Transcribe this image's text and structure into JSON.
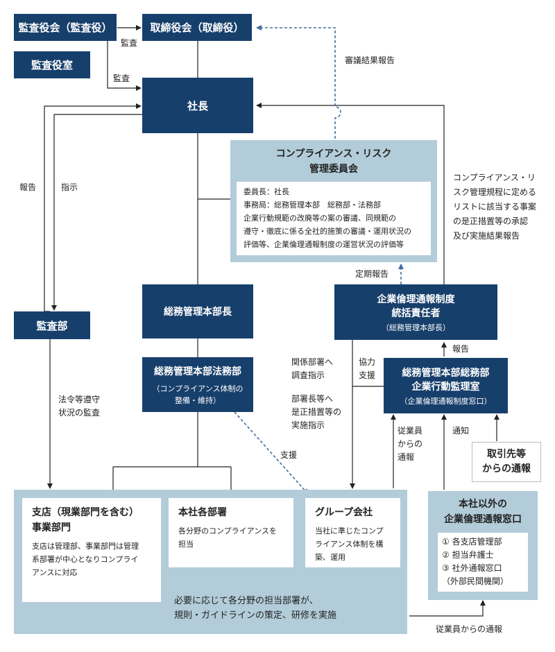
{
  "boxes": {
    "kansayakukai": "監査役会（監査役）",
    "kansayakushitsu": "監査役室",
    "torishimariyakukai": "取締役会（取締役）",
    "shacho": "社長",
    "committee_title_1": "コンプライアンス・リスク",
    "committee_title_2": "管理委員会",
    "kansabu": "監査部",
    "somu_head": "総務管理本部長",
    "legal_1": "総務管理本部法務部",
    "legal_2": "（コンプライアンス体制の",
    "legal_3": "整備・維持）",
    "tokatsu_1": "企業倫理通報制度",
    "tokatsu_2": "統括責任者",
    "tokatsu_3": "（総務管理本部長）",
    "kanshi_1": "総務管理本部総務部",
    "kanshi_2": "企業行動監理室",
    "kanshi_3": "（企業倫理通報制度窓口）",
    "torihiki_1": "取引先等",
    "torihiki_2": "からの通報",
    "outer_1": "本社以外の",
    "outer_2": "企業倫理通報窓口",
    "outer_items": [
      "① 各支店管理部",
      "② 担当弁護士",
      "③ 社外通報窓口",
      "（外部民間機関）"
    ]
  },
  "committee": {
    "line1": "委員長：社長",
    "line2": "事務局：総務管理本部　総務部・法務部",
    "line3": "企業行動規範の改廃等の案の審議、同規範の",
    "line4": "遵守・徹底に係る全社的施策の審議・運用状況の",
    "line5": "評価等、企業倫理通報制度の運営状況の評価等"
  },
  "cards": {
    "shiten_title_1": "支店（現業部門を含む）",
    "shiten_title_2": "事業部門",
    "shiten_desc_1": "支店は管理部、事業部門は管理",
    "shiten_desc_2": "系部署が中心となりコンプライ",
    "shiten_desc_3": "アンスに対応",
    "honsha_title": "本社各部署",
    "honsha_desc_1": "各分野のコンプライアンスを",
    "honsha_desc_2": "担当",
    "group_title": "グループ会社",
    "group_desc_1": "当社に準じたコンプ",
    "group_desc_2": "ライアンス体制を構",
    "group_desc_3": "築、運用",
    "bottom_1": "必要に応じて各分野の担当部署が、",
    "bottom_2": "規則・ガイドラインの策定、研修を実施"
  },
  "labels": {
    "kansa_1": "監査",
    "kansa_2": "監査",
    "shingi": "審議結果報告",
    "hokoku_left": "報告",
    "shiji": "指示",
    "right_1": "コンプライアンス・リ",
    "right_2": "スク管理規程に定める",
    "right_3": "リストに該当する事案",
    "right_4": "の是正措置等の承認",
    "right_5": "及び実施結果報告",
    "teiki": "定期報告",
    "hokoku_mid": "報告",
    "horei_1": "法令等遵守",
    "horei_2": "状況の監査",
    "kankei_1": "関係部署へ",
    "kankei_2": "調査指示",
    "kyoryoku_1": "協力",
    "kyoryoku_2": "支援",
    "bucho_1": "部署長等へ",
    "bucho_2": "是正措置等の",
    "bucho_3": "実施指示",
    "juugyoin_1": "従業員",
    "juugyoin_2": "からの",
    "juugyoin_3": "通報",
    "tsuchi": "通知",
    "shien": "支援",
    "juugyoin_bottom": "従業員からの通報"
  },
  "colors": {
    "dark": "#173f6b",
    "light": "#b2ccd9",
    "line": "#222222",
    "dashed": "#3f6e9d"
  }
}
